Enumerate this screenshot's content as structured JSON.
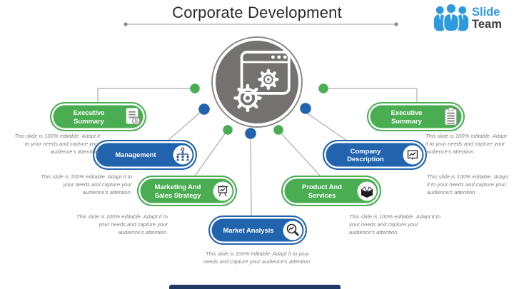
{
  "slide": {
    "title": "Corporate Development"
  },
  "logo": {
    "word1": "Slide",
    "word2": "Team"
  },
  "note": "This slide is 100% editable. Adapt it to your needs and capture your audience's attention.",
  "pills": [
    {
      "label": "Executive Summary",
      "color": "#4aad52",
      "icon": "financial-report-icon"
    },
    {
      "label": "Management",
      "color": "#2163ad",
      "icon": "org-chart-icon"
    },
    {
      "label": "Marketing And Sales Strategy",
      "color": "#4aad52",
      "icon": "presentation-board-icon"
    },
    {
      "label": "Market Analysis",
      "color": "#2163ad",
      "icon": "magnifier-chart-icon"
    },
    {
      "label": "Product And Services",
      "color": "#4aad52",
      "icon": "open-box-icon"
    },
    {
      "label": "Company Description",
      "color": "#2163ad",
      "icon": "chart-frame-icon"
    },
    {
      "label": "Executive Summary",
      "color": "#4aad52",
      "icon": "clipboard-icon"
    }
  ],
  "colors": {
    "green": "#4aad52",
    "blue": "#2163ad",
    "hub_gray": "#767171",
    "connector": "#a8a8a8",
    "note_text": "#7f7f7f",
    "logo_blue": "#2e9ade",
    "footer_navy": "#1f3864",
    "title_text": "#2b2b2b"
  }
}
